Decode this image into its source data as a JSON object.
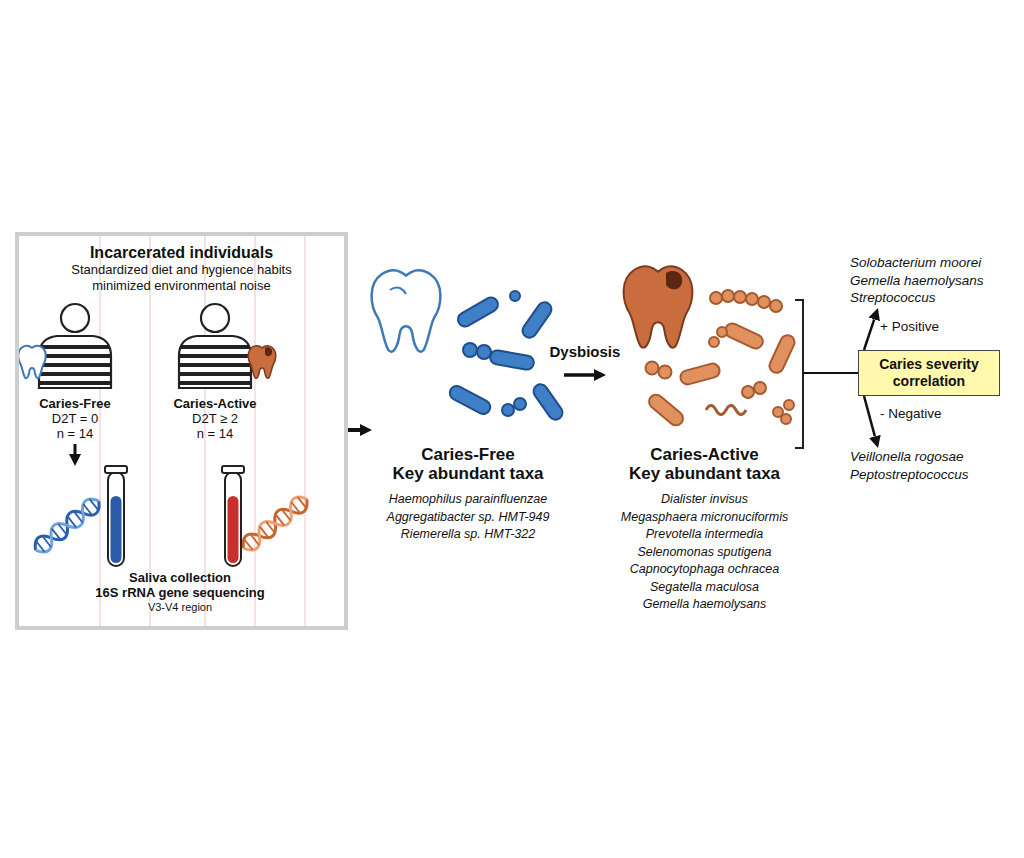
{
  "diagram": {
    "nodes": [
      {
        "text": [
          "Incarcerated individuals",
          "Standardized diet and hygience habits minimized environmental noise"
        ]
      },
      {
        "text": [
          "Caries-Free",
          "D2T = 0",
          "n = 14"
        ],
        "in": 0
      },
      {
        "text": [
          "Caries-Active",
          "D2T ≥ 2",
          "n = 14"
        ],
        "in": 0
      },
      {
        "text": [
          "Saliva collection",
          "16S rRNA gene sequencing",
          "V3-V4 region"
        ],
        "in": 0
      },
      {
        "text": [
          "Caries-Free",
          "Key abundant taxa",
          "Haemophilus parainfluenzae",
          "Aggregatibacter sp. HMT-949",
          "Riemerella sp. HMT-322"
        ]
      },
      {
        "text": [
          "Caries-Active",
          "Key abundant taxa",
          "Dialister invisus",
          "Megasphaera micronuciformis",
          "Prevotella intermedia",
          "Selenomonas sputigena",
          "Capnocytophaga ochracea",
          "Segatella maculosa",
          "Gemella haemolysans"
        ]
      },
      {
        "text": [
          "Caries severity correlation"
        ]
      },
      {
        "text": [
          "Solobacterium moorei",
          "Gemella haemolysans",
          "Streptococcus"
        ]
      },
      {
        "text": [
          "Veillonella rogosae",
          "Peptostreptococcus"
        ]
      }
    ],
    "edges": [
      {
        "from": 1,
        "to": 3,
        "arrow": "to"
      },
      {
        "from": 0,
        "to": 4,
        "arrow": "to"
      },
      {
        "from": 4,
        "to": 5,
        "label": "Dysbiosis",
        "arrow": "to"
      },
      {
        "from": 5,
        "to": 6,
        "arrow": "none"
      },
      {
        "from": 6,
        "to": 7,
        "label": "+ Positive",
        "arrow": "to"
      },
      {
        "from": 6,
        "to": 8,
        "label": "- Negative",
        "arrow": "to"
      }
    ]
  }
}
